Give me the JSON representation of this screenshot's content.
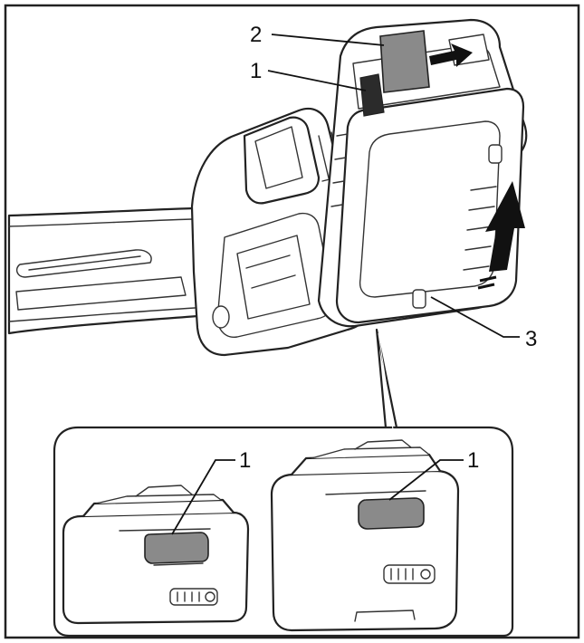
{
  "figure": {
    "callouts": {
      "release_button": "1",
      "red_indicator": "2",
      "battery_cartridge": "3",
      "inset_left_button": "1",
      "inset_right_button": "1"
    },
    "colors": {
      "line": "#222222",
      "background": "#ffffff",
      "button_fill": "#8a8a8a"
    },
    "icons": {
      "slide_out_arrow": "arrow-right-icon",
      "slide_in_arrow": "arrow-up-icon"
    }
  }
}
